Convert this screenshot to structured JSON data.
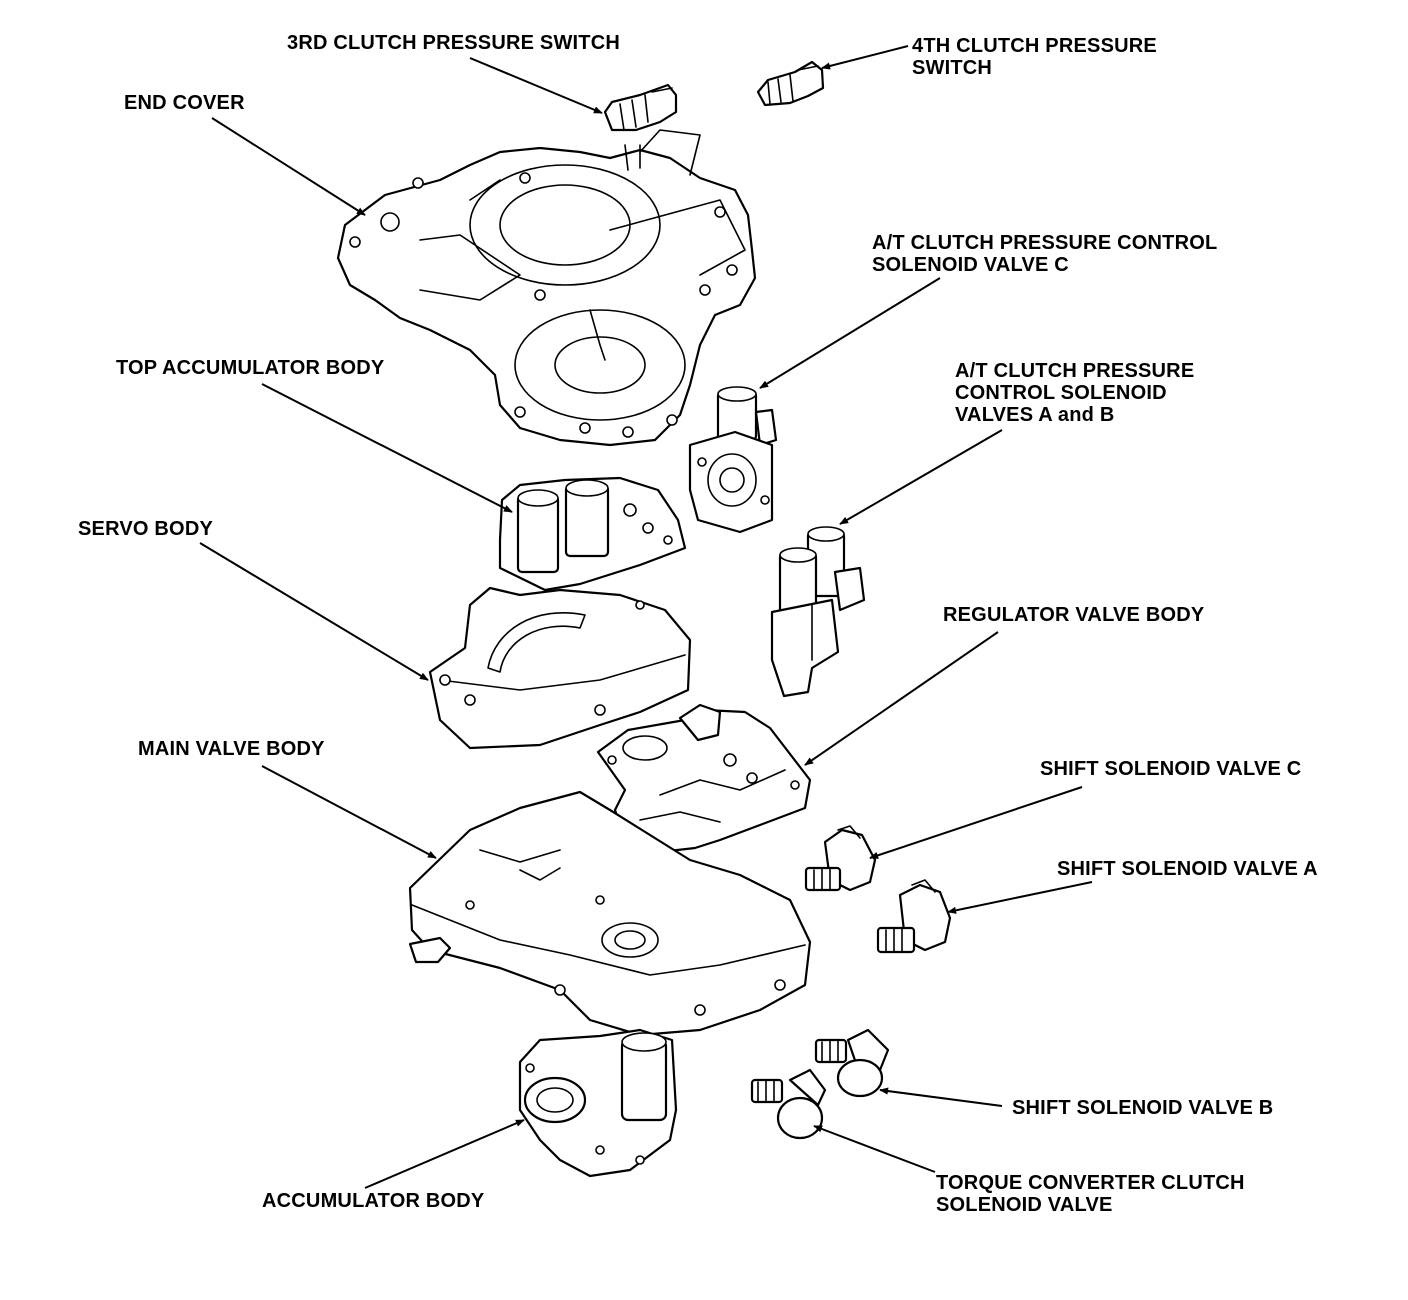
{
  "labels": {
    "clutch3_switch": "3RD CLUTCH PRESSURE SWITCH",
    "clutch4_switch": [
      "4TH CLUTCH PRESSURE",
      "SWITCH"
    ],
    "end_cover": "END COVER",
    "solenoid_c": [
      "A/T CLUTCH PRESSURE CONTROL",
      "SOLENOID VALVE C"
    ],
    "top_accumulator": "TOP ACCUMULATOR BODY",
    "solenoid_ab": [
      "A/T CLUTCH PRESSURE",
      "CONTROL SOLENOID",
      "VALVES A and B"
    ],
    "servo_body": "SERVO BODY",
    "regulator_valve": "REGULATOR VALVE BODY",
    "main_valve": "MAIN VALVE BODY",
    "shift_c": "SHIFT SOLENOID VALVE C",
    "shift_a": "SHIFT SOLENOID VALVE A",
    "shift_b": "SHIFT SOLENOID VALVE B",
    "accumulator": "ACCUMULATOR BODY",
    "torque_converter": [
      "TORQUE CONVERTER CLUTCH",
      "SOLENOID VALVE"
    ]
  }
}
